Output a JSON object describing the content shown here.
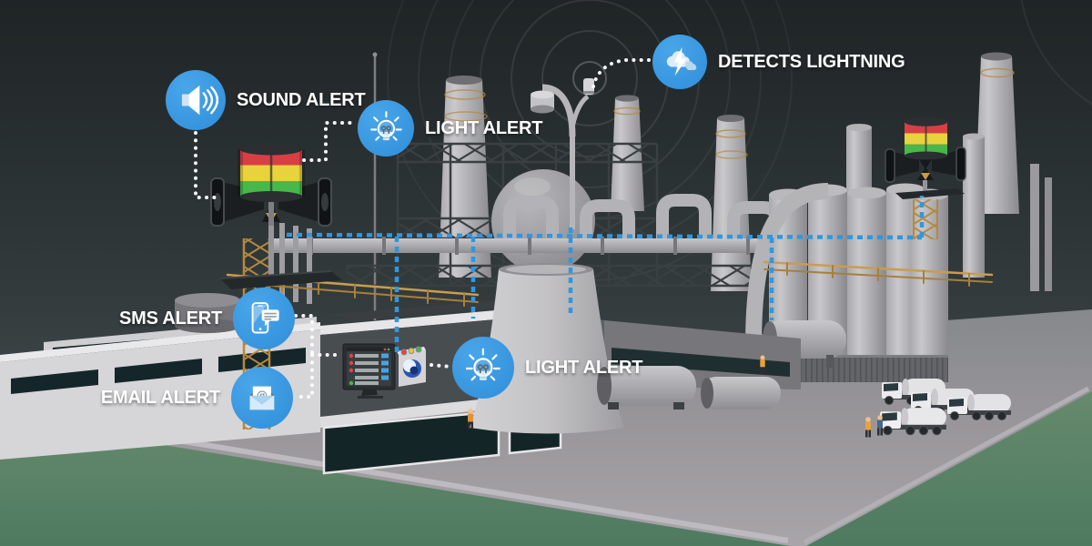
{
  "callouts": {
    "sound": {
      "label": "SOUND ALERT",
      "icon": "speaker-icon"
    },
    "light_top": {
      "label": "LIGHT ALERT",
      "icon": "light-bulb-icon"
    },
    "detects": {
      "label": "DETECTS LIGHTNING",
      "icon": "lightning-cloud-icon"
    },
    "sms": {
      "label": "SMS ALERT",
      "icon": "phone-sms-icon"
    },
    "email": {
      "label": "EMAIL ALERT",
      "icon": "email-envelope-icon"
    },
    "light_bottom": {
      "label": "LIGHT ALERT",
      "icon": "light-bulb-icon"
    }
  },
  "icons": {
    "email_at_glyph": "@"
  },
  "colors": {
    "accent_blue": "#3c9be2",
    "cable_blue": "#2f97e0",
    "connector_white": "#ffffff",
    "stack_light_red": "#d64045",
    "stack_light_yellow": "#e8d23e",
    "stack_light_green": "#49b84b",
    "sky_top": "#1f2425",
    "concrete": "#9c999d",
    "grass": "#5d8468",
    "catwalk_orange": "#b5893e"
  }
}
